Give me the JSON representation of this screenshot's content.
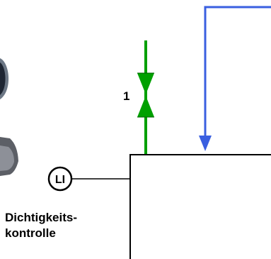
{
  "valve": {
    "label": "1",
    "color": "#00a000"
  },
  "instrument": {
    "tag": "LI"
  },
  "caption": {
    "line1": "Dichtigkeits-",
    "line2": "kontrolle"
  },
  "colors": {
    "inlet_line": "#3a5fe0",
    "valve": "#00a000",
    "outline": "#000000"
  }
}
